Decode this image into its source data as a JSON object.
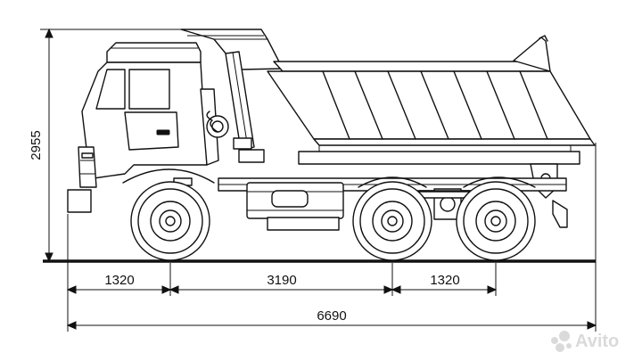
{
  "drawing": {
    "dimensions": {
      "height": "2955",
      "front_overhang": "1320",
      "wheelbase_front": "3190",
      "wheelbase_rear": "1320",
      "overall_length": "6690"
    },
    "watermark": {
      "text": "Avito"
    },
    "colors": {
      "line": "#111111",
      "background": "#ffffff",
      "watermark": "#d7d7d7"
    }
  }
}
